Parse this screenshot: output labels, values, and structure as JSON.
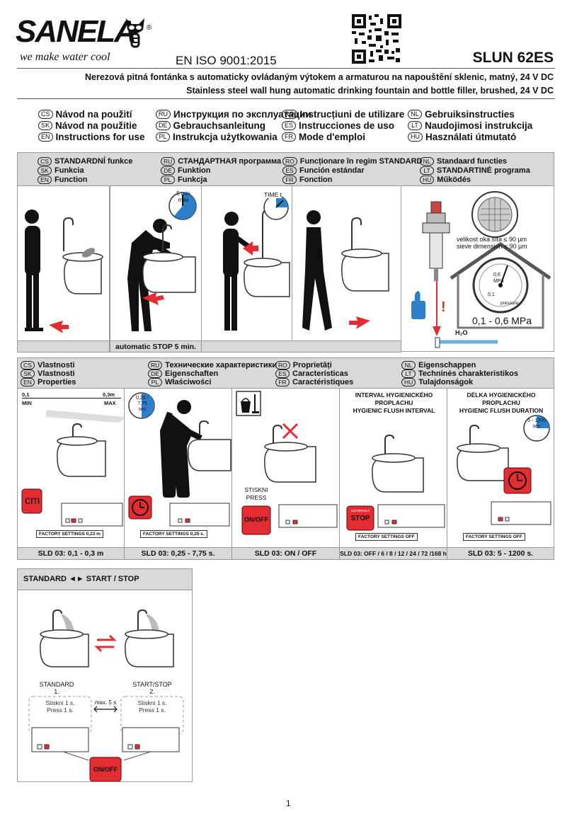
{
  "header": {
    "brand": "SANELA",
    "slogan": "we make water cool",
    "reg_mark": "®",
    "iso": "EN ISO 9001:2015",
    "model": "SLUN 62ES",
    "desc_cs": "Nerezová pitná fontánka s automaticky ovládaným výtokem a armaturou na napouštění sklenic, matný, 24 V DC",
    "desc_en": "Stainless steel wall hung automatic drinking fountain and bottle filler, brushed, 24 V DC"
  },
  "manuals": [
    {
      "code": "CS",
      "label": "Návod na použití"
    },
    {
      "code": "RU",
      "label": "Инструкция по эксплуатации"
    },
    {
      "code": "RO",
      "label": "Instrucțiuni de utilizare"
    },
    {
      "code": "NL",
      "label": "Gebruiksinstructies"
    },
    {
      "code": "SK",
      "label": "Návod na použitie"
    },
    {
      "code": "DE",
      "label": "Gebrauchsanleitung"
    },
    {
      "code": "ES",
      "label": "Instrucciones de uso"
    },
    {
      "code": "LT",
      "label": "Naudojimosi instrukcija"
    },
    {
      "code": "EN",
      "label": "Instructions for use"
    },
    {
      "code": "PL",
      "label": "Instrukcja użytkowania"
    },
    {
      "code": "FR",
      "label": "Mode d'emploi"
    },
    {
      "code": "HU",
      "label": "Használati útmutató"
    }
  ],
  "function_section": {
    "titles": [
      {
        "code": "CS",
        "label": "STANDARDNÍ funkce"
      },
      {
        "code": "RU",
        "label": "СТАНДАРТНАЯ программа"
      },
      {
        "code": "RO",
        "label": "Funcționare în regim STANDARD"
      },
      {
        "code": "NL",
        "label": "Standaard functies"
      },
      {
        "code": "SK",
        "label": "Funkcia"
      },
      {
        "code": "DE",
        "label": "Funktion"
      },
      {
        "code": "ES",
        "label": "Función estándar"
      },
      {
        "code": "LT",
        "label": "STANDARTINĖ programa"
      },
      {
        "code": "EN",
        "label": "Function"
      },
      {
        "code": "PL",
        "label": "Funkcja"
      },
      {
        "code": "FR",
        "label": "Fonction"
      },
      {
        "code": "HU",
        "label": "Működés"
      }
    ],
    "timer1_top": "5 min",
    "timer1_bottom": "max",
    "timer2": "TIME t",
    "auto_stop": "automatic STOP 5 min.",
    "sieve_cs": "velikost oka síta ≤ 90 µm",
    "sieve_en": "sieve dimension ≤ 90 µm",
    "pressure": "0,1 - 0,6 MPa",
    "gauge_unit": "MPa",
    "gauge_label": "pressure",
    "gauge_06": "0,6",
    "gauge_01": "0,1",
    "h2o": "H₂O",
    "exclaim": "!"
  },
  "properties_section": {
    "titles": [
      {
        "code": "CS",
        "label": "Vlastnosti"
      },
      {
        "code": "RU",
        "label": "Технические характеристики"
      },
      {
        "code": "RO",
        "label": "Proprietăți"
      },
      {
        "code": "NL",
        "label": "Eigenschappen"
      },
      {
        "code": "SK",
        "label": "Vlastnosti"
      },
      {
        "code": "DE",
        "label": "Eigenschaften"
      },
      {
        "code": "ES",
        "label": "Características"
      },
      {
        "code": "LT",
        "label": "Techninės charakteristikos"
      },
      {
        "code": "EN",
        "label": "Properties"
      },
      {
        "code": "PL",
        "label": "Właściwości"
      },
      {
        "code": "FR",
        "label": "Caractéristiques"
      },
      {
        "code": "HU",
        "label": "Tulajdonságok"
      }
    ],
    "range_min": "0,1",
    "range_max": "0,3m",
    "min_label": "MIN",
    "max_label": "MAX",
    "cm": "cm",
    "time_range": "0,25 - 7,75",
    "sec": "sec",
    "press_cs": "STISKNI",
    "press_en": "PRESS",
    "onoff": "ON/OFF",
    "interval_cs1": "INTERVAL HYGIENICKÉHO",
    "interval_cs2": "PROPLACHU",
    "interval_en": "HYGIENIC FLUSH INTERVAL",
    "duration_cs1": "DÉLKA HYGIENICKÉHO",
    "duration_cs2": "PROPLACHU",
    "duration_en": "HYGIENIC FLUSH DURATION",
    "duration_range": "5 - 1200",
    "stop_small": "LEDORNICA",
    "stop": "STOP",
    "factory": [
      "FACTORY SETTINGS 0,23 m",
      "FACTORY SETTINGS 0,25 s.",
      "FACTORY SETTINGS OFF",
      "FACTORY SETTINGS OFF"
    ],
    "captions": [
      "SLD 03: 0,1 - 0,3 m",
      "SLD 03: 0,25 - 7,75 s.",
      "SLD 03: ON / OFF",
      "SLD 03: OFF / 6 / 8 / 12 / 24 / 72 /168 h",
      "SLD 03:  5 - 1200 s."
    ]
  },
  "startstop_section": {
    "title": "STANDARD ◄► START / STOP",
    "standard": "STANDARD",
    "num1": "1.",
    "startstop": "START/STOP",
    "num2": "2.",
    "press_cs": "Stiskni 1 s.",
    "press_en": "Press 1 s.",
    "max": "max. 5 s",
    "onoff": "ON/OFF"
  },
  "page": {
    "number": "1"
  }
}
